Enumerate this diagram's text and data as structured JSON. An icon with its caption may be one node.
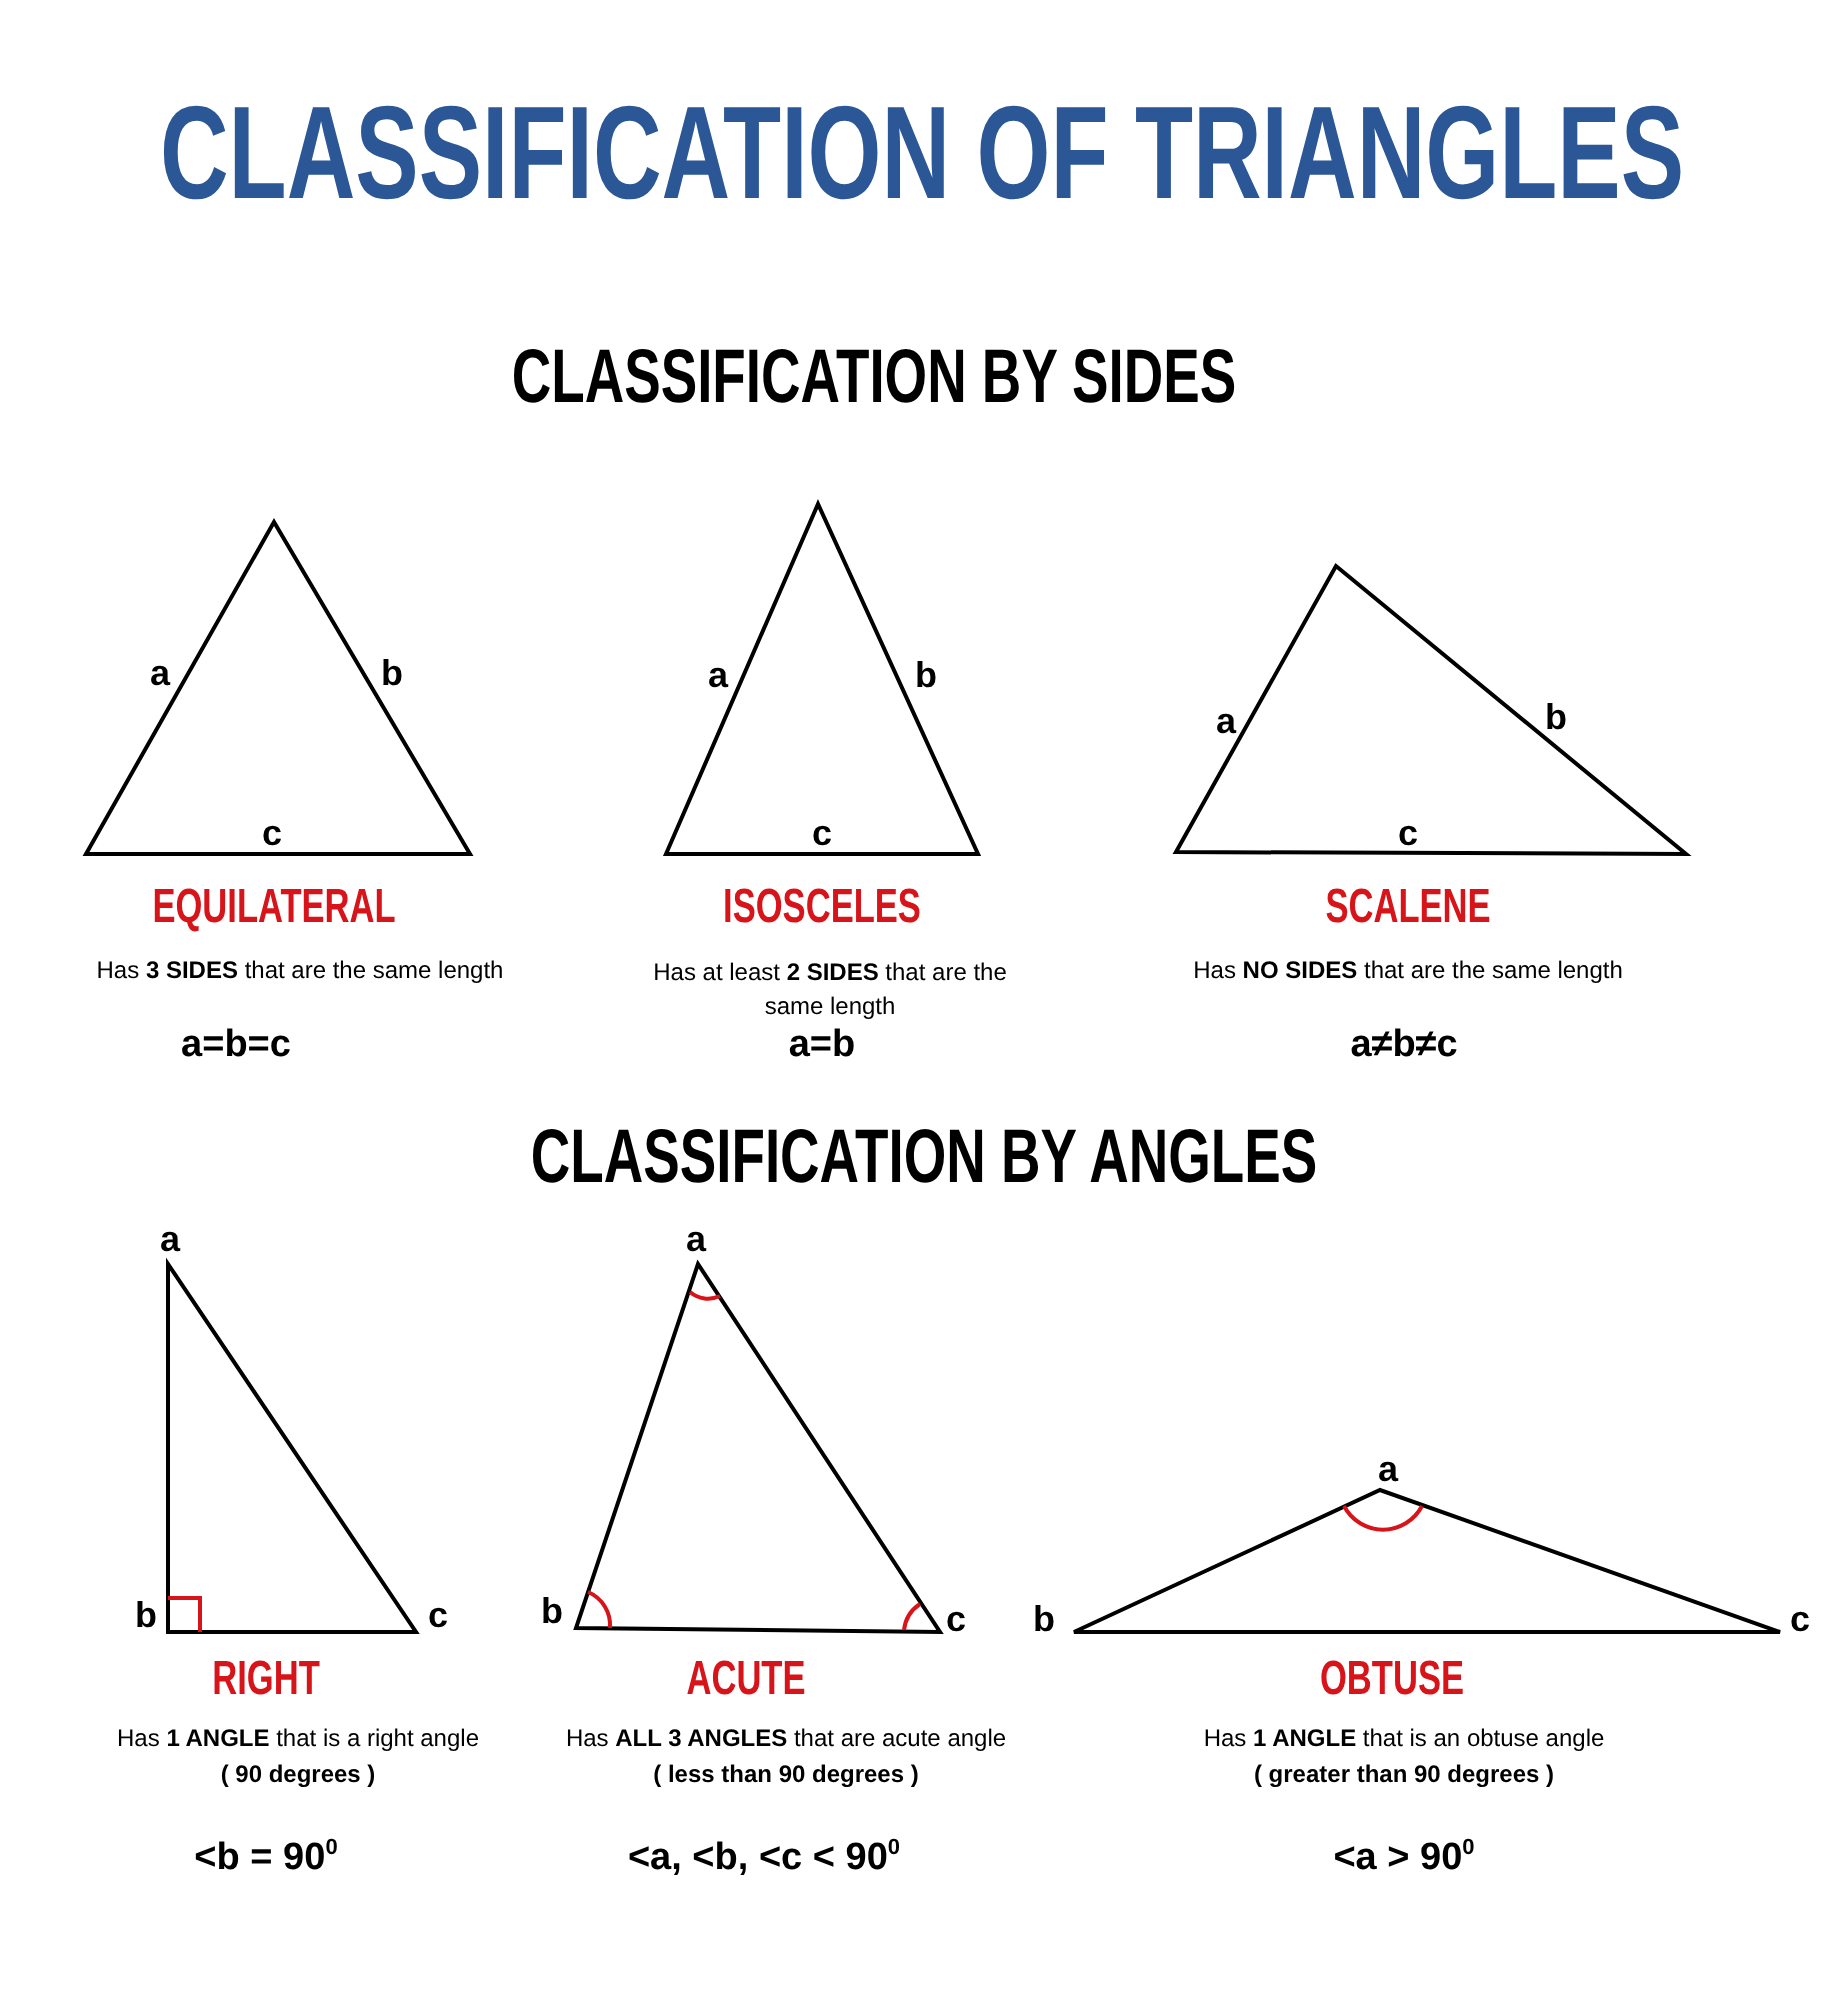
{
  "diagram": {
    "title": "CLASSIFICATION OF TRIANGLES",
    "labels": [
      "CLASSIFICATION BY SIDES",
      "a",
      "b",
      "c",
      "a",
      "b",
      "c",
      "a",
      "b",
      "c",
      "EQUILATERAL",
      "ISOSCELES",
      "SCALENE",
      "Has **3 SIDES** that are the same length",
      "Has at least **2 SIDES** that are the same length",
      "Has **NO SIDES** that are the same length",
      "a=b=c",
      "a=b",
      "a≠b≠c",
      "CLASSIFICATION BY ANGLES",
      "a",
      "b",
      "c",
      "a",
      "b",
      "c",
      "a",
      "b",
      "c",
      "RIGHT",
      "ACUTE",
      "OBTUSE",
      "Has **1 ANGLE** that is a right angle",
      "( 90 degrees )",
      "Has **ALL 3 ANGLES** that are acute angle",
      "( less than 90 degrees )",
      "Has **1 ANGLE** that is an obtuse angle",
      "( greater than 90 degrees )",
      "<b **=** 90$^{0}$",
      "<a, <b, <c **<** 90$^{0}$",
      "<a **>** 90$^{0}$"
    ]
  }
}
